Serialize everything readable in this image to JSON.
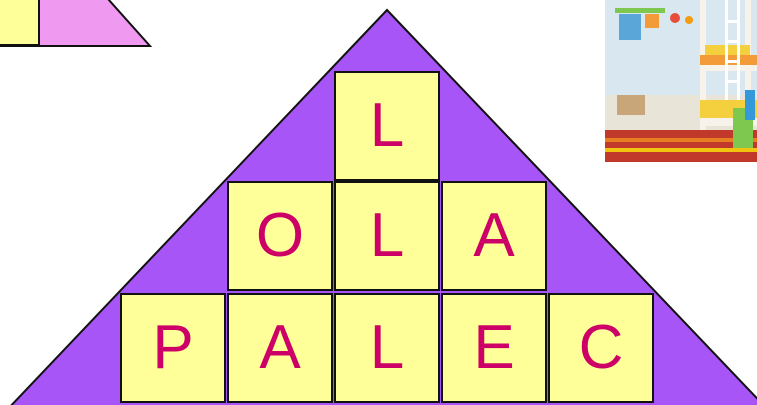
{
  "colors": {
    "pyramid_fill": "#a855f7",
    "corner_fill": "#ef99f0",
    "tile_fill": "#ffff99",
    "letter_color": "#cc0066",
    "outline": "#111111"
  },
  "pyramid": {
    "rows": [
      [
        "L"
      ],
      [
        "O",
        "L",
        "A"
      ],
      [
        "P",
        "A",
        "L",
        "E",
        "C"
      ]
    ]
  },
  "photo": {
    "subject": "children's bedroom with bunk bed"
  }
}
